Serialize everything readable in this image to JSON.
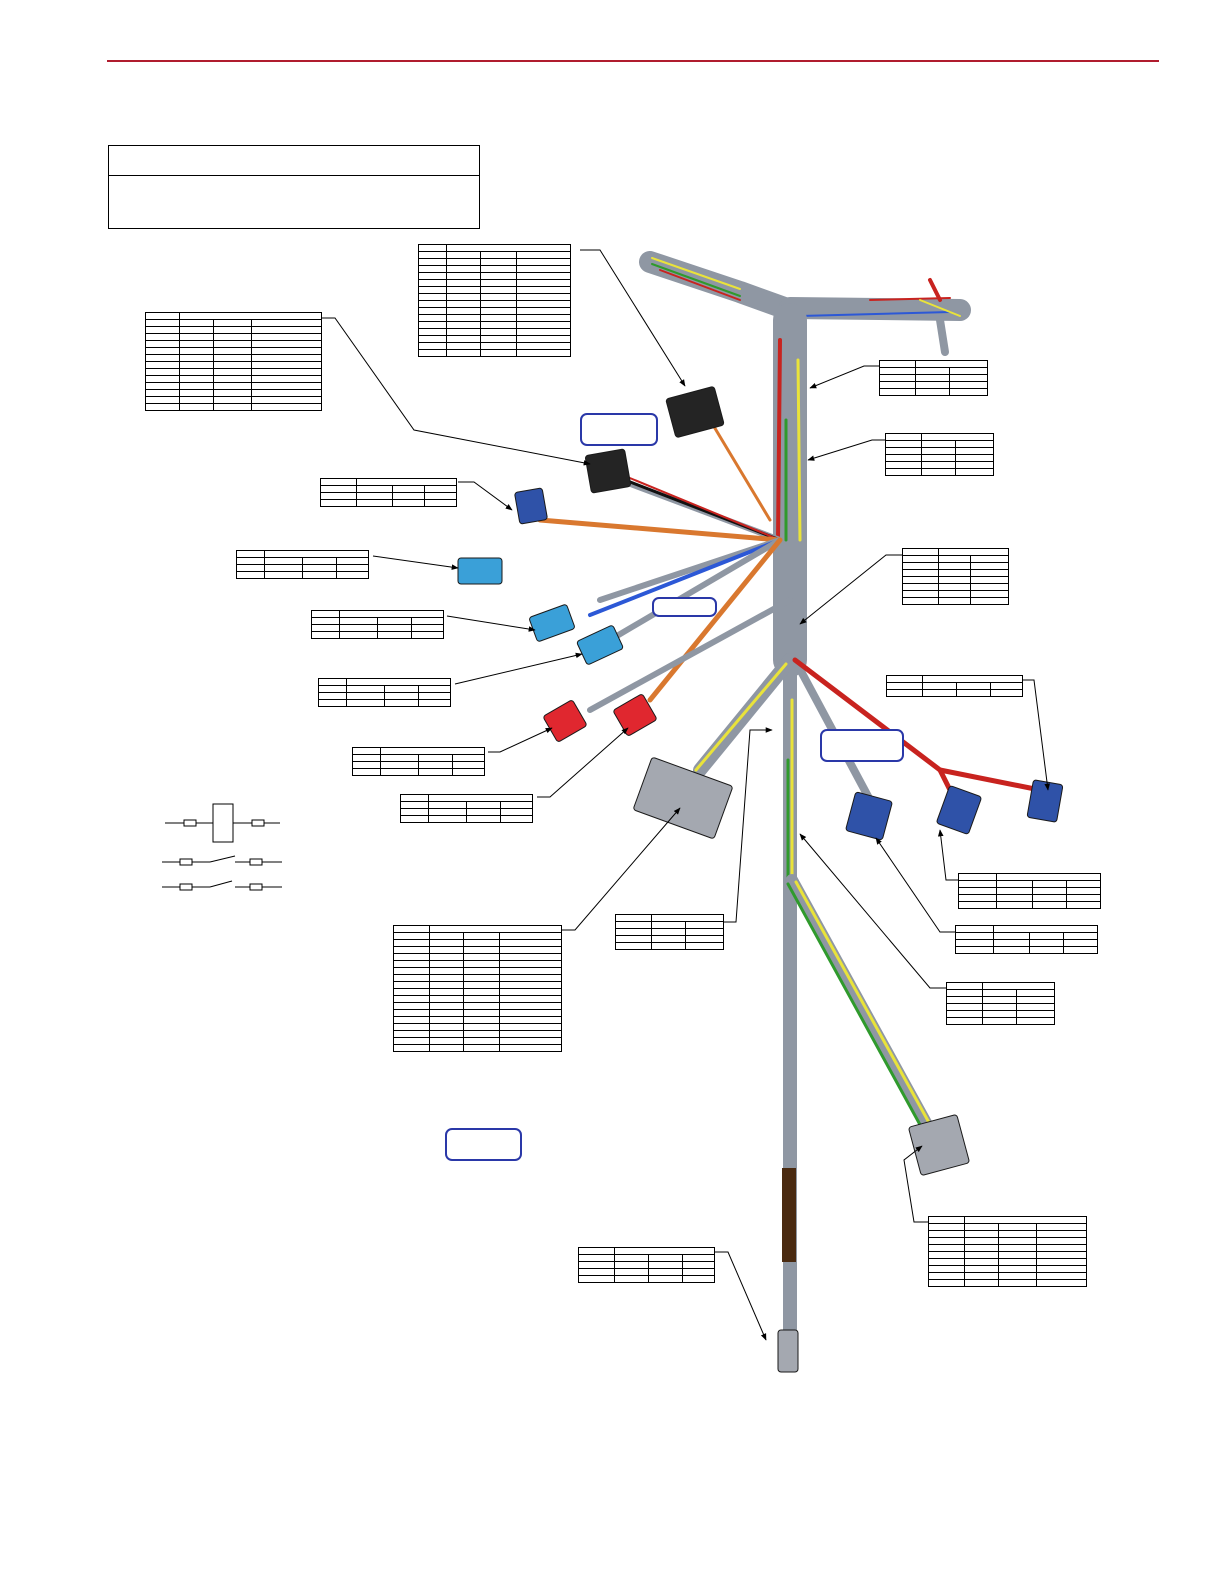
{
  "page": {
    "accent_color": "#b01c2e",
    "title_box": {
      "title": "",
      "subtitle": ""
    }
  },
  "diagram": {
    "wire_colors": {
      "sheath": "#8f97a3",
      "red": "#c8231f",
      "orange": "#d9782f",
      "blue": "#2c58d6",
      "yellow": "#e9e33a",
      "green": "#2f9a2c",
      "black": "#111111",
      "brown": "#4a2a10"
    },
    "connector_colors": {
      "dark_blue": "#2f52a8",
      "light_blue": "#3aa0d8",
      "red": "#e0272f",
      "black": "#242424",
      "gray": "#a4a8b0"
    },
    "callout_labels": [
      "",
      "",
      "",
      ""
    ],
    "switch_legend": {
      "items": [
        "relay-coil",
        "normally-closed-switch",
        "normally-open-switch"
      ]
    }
  }
}
